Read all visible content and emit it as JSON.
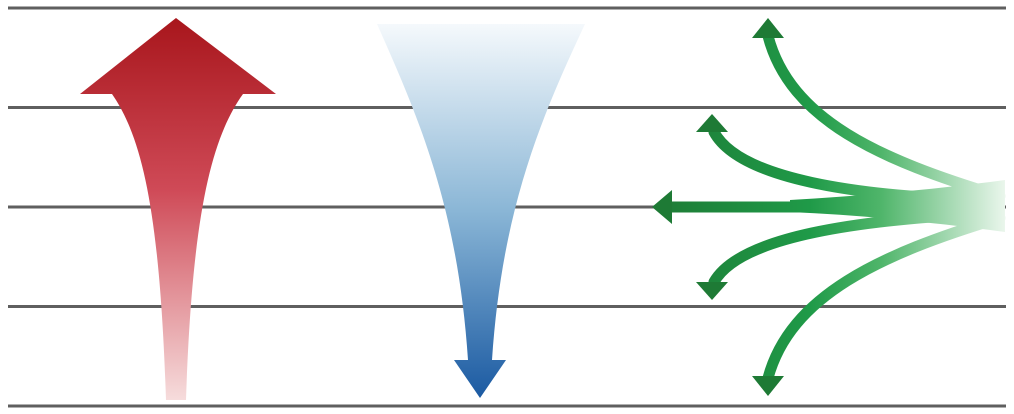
{
  "diagram": {
    "background": "#ffffff",
    "gridline_color": "#5f5f5f",
    "gridline_count": 5,
    "arrows": [
      {
        "id": "up-arrow",
        "direction": "up",
        "color_head": "#a8161c",
        "color_tail": "#f6dcdc"
      },
      {
        "id": "down-arrow",
        "direction": "down",
        "color_head": "#1b5aa2",
        "color_tail": "#f5f9fc"
      },
      {
        "id": "diverging-arrows",
        "direction": "left-spread",
        "branches": 5,
        "color_head": "#1e7a35",
        "color_mid": "#1f9a48",
        "color_tail": "#eaf6ec"
      }
    ]
  }
}
